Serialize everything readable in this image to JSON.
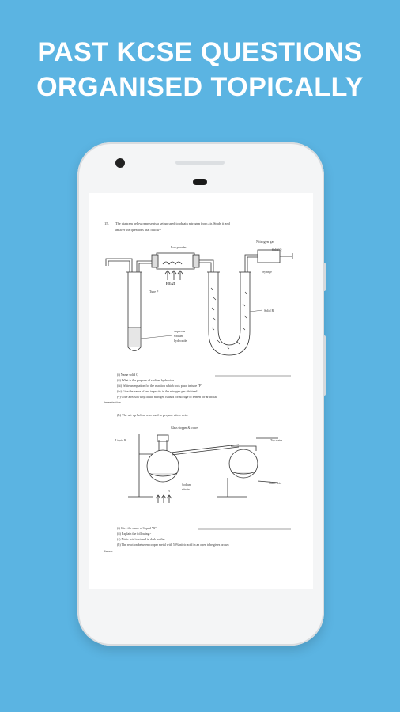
{
  "headline": {
    "line1": "PAST KCSE QUESTIONS",
    "line2": "ORGANISED TOPICALLY"
  },
  "phone": {
    "document": {
      "question_number": "15.",
      "intro_line1": "The diagram below represents a set-up used to obtain nitrogen from air. Study it and",
      "intro_line2": "answer the questions that follow:-",
      "labels": {
        "iron_powder": "Iron powder",
        "heat": "HEAT",
        "tube_p": "Tube P",
        "nitrogen_gas": "Nitrogen gas",
        "solid_q": "Solid Q",
        "syringe": "Syringe",
        "solid_r": "Solid R",
        "aqueous_sodium_hydroxide": [
          "Aqueous",
          "sodium",
          "hydroxide"
        ]
      },
      "questions_part1": [
        "(i) Name solid Q",
        "(ii) What is the purpose of sodium hydroxide",
        "(iii) Write an equation for the reaction which took place in tube \"P\"",
        "(iv) Give the name of one impurity in the nitrogen gas obtained",
        "(v) Give a reason why liquid nitrogen is used for storage of semen for artificial",
        "insemination."
      ],
      "part_b_intro": "(b) The set-up below was used to prepare nitric acid.",
      "labels_b": {
        "glass_stopper": "Glass stopper & trowel",
        "liquid_r": "Liquid R",
        "tap_water": "Tap water",
        "sodium_nitrate": [
          "Sodium",
          "nitrate"
        ],
        "nitric_acid": "Nitric acid",
        "h": "H"
      },
      "questions_part2": [
        "(i) Give the name of liquid \"R\"",
        "(ii) Explain the following:-",
        "(a) Nitric acid is stored in dark bottles",
        "(b) The reaction between copper metal with 50% nitric acid in an open tube gives brown",
        "fumes."
      ]
    }
  }
}
